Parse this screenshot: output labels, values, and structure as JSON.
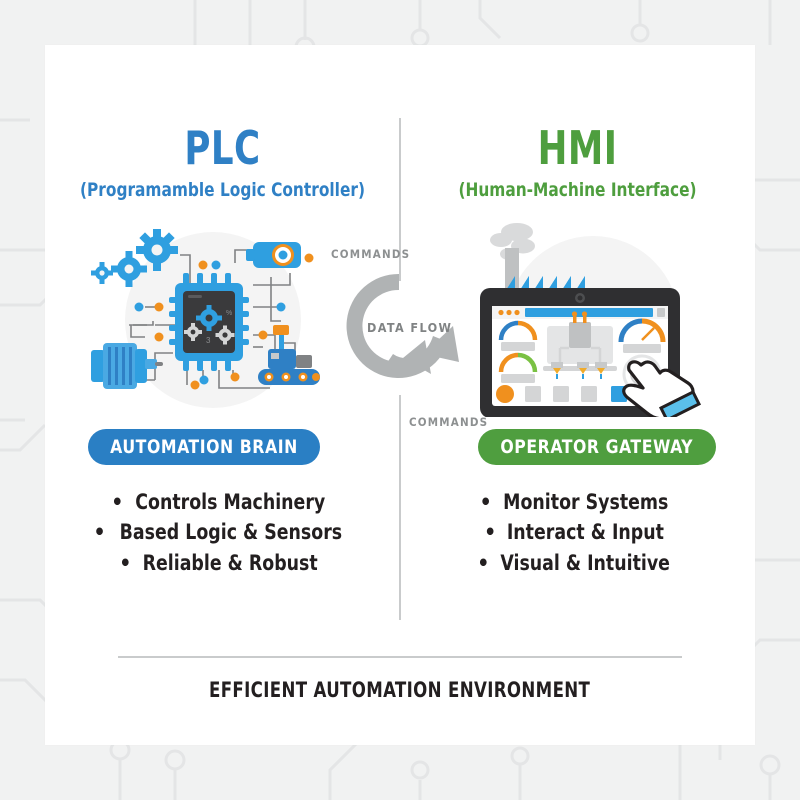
{
  "page": {
    "background_color": "#f1f2f2",
    "card_color": "#ffffff",
    "accent_blue": "#2f80c5",
    "accent_green": "#4e9e3e",
    "accent_orange": "#f0901e",
    "divider_color": "#c9cbcc"
  },
  "left_column": {
    "title": "PLC",
    "subtitle": "(Programamble Logic Controller)",
    "badge_label": "AUTOMATION BRAIN",
    "badge_color": "#2a7fc4",
    "title_color": "#2f80c5",
    "bullets": [
      "Controls Machinery",
      "Based Logic & Sensors",
      "Reliable & Robust"
    ],
    "illustration_name": "plc-chip-automation-illustration"
  },
  "right_column": {
    "title": "HMI",
    "subtitle": "(Human-Machine Interface)",
    "badge_label": "OPERATOR GATEWAY",
    "badge_color": "#4f9e3f",
    "title_color": "#4e9e3e",
    "bullets": [
      "Monitor Systems",
      "Interact & Input",
      "Visual & Intuitive"
    ],
    "illustration_name": "hmi-touch-panel-illustration"
  },
  "center": {
    "top_label": "COMMANDS",
    "bottom_label": "COMMANDS",
    "cycle_label": "DATA FLOW",
    "arrow_color": "#b0b3b4"
  },
  "footer": {
    "text": "EFFICIENT AUTOMATION ENVIRONMENT"
  },
  "bullet_marker": "•"
}
